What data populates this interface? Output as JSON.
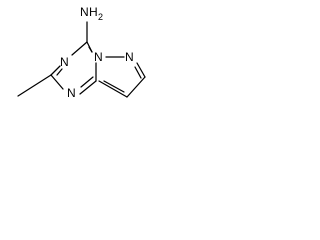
{
  "molecule": {
    "labels": {
      "amine_n": "N",
      "amine_h": "H",
      "amine_h_count": "2",
      "n_left": "N",
      "n_bottom": "N",
      "n_bridge": "N",
      "n_pyrazole": "N"
    }
  }
}
